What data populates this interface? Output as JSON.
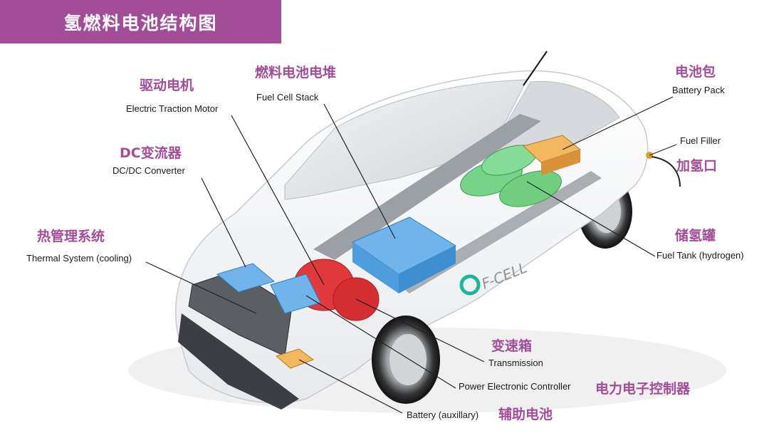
{
  "title": "氢燃料电池结构图",
  "components": {
    "motor": {
      "zh": "驱动电机",
      "en": "Electric Traction Motor"
    },
    "stack": {
      "zh": "燃料电池电堆",
      "en": "Fuel Cell Stack"
    },
    "battery_pack": {
      "zh": "电池包",
      "en": "Battery Pack"
    },
    "fuel_filler": {
      "zh": "加氢口",
      "en": "Fuel Filler"
    },
    "dcdc": {
      "zh": "DC变流器",
      "en": "DC/DC Converter"
    },
    "thermal": {
      "zh": "热管理系统",
      "en": "Thermal System (cooling)"
    },
    "tank": {
      "zh": "储氢罐",
      "en": "Fuel Tank (hydrogen)"
    },
    "transmission": {
      "zh": "变速箱",
      "en": "Transmission"
    },
    "pec": {
      "zh": "电力电子控制器",
      "en": "Power Electronic Controller"
    },
    "aux_battery": {
      "zh": "辅助电池",
      "en": "Battery (auxillary)"
    }
  },
  "car_badge": "F-CELL",
  "colors": {
    "accent": "#a24d98",
    "stack_blue": "#5aa9e6",
    "motor_red": "#e0383c",
    "tank_green": "#6fcf7f",
    "battery_orange": "#e8a44a"
  }
}
